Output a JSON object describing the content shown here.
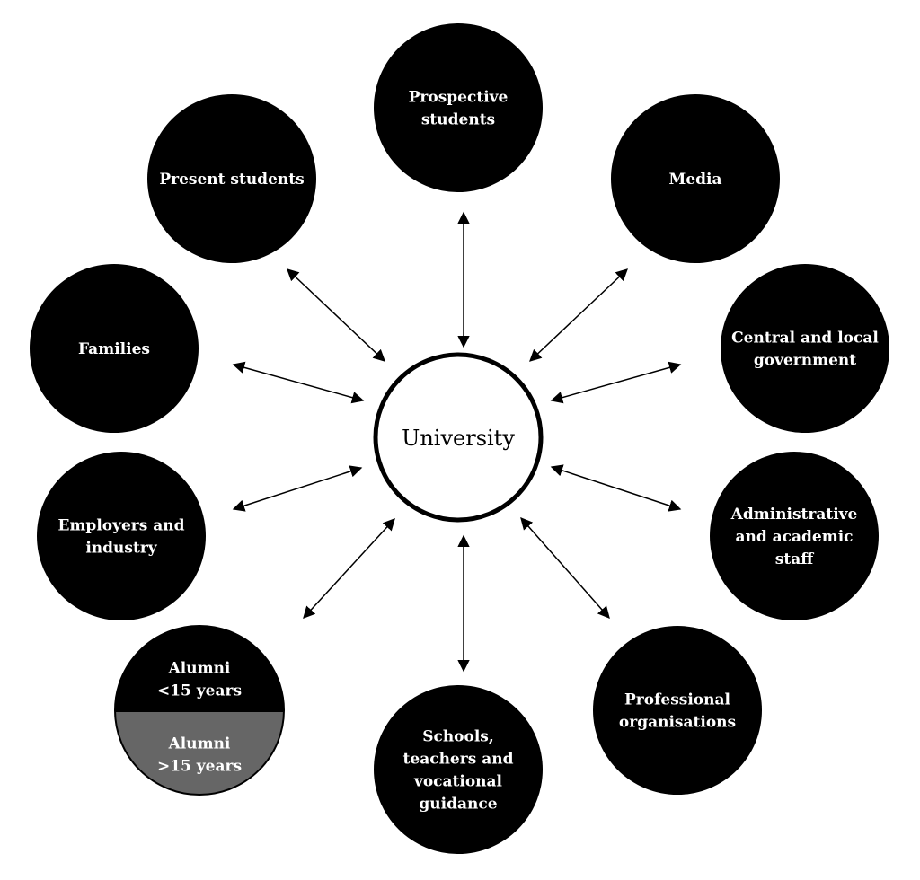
{
  "center": {
    "label": "University"
  },
  "nodes": [
    {
      "id": "prospective-students",
      "lines": [
        "Prospective",
        "students"
      ]
    },
    {
      "id": "media",
      "lines": [
        "Media"
      ]
    },
    {
      "id": "central-and-local-government",
      "lines": [
        "Central and local",
        "government"
      ]
    },
    {
      "id": "administrative-and-academic-staff",
      "lines": [
        "Administrative",
        "and academic",
        "staff"
      ]
    },
    {
      "id": "professional-organisations",
      "lines": [
        "Professional",
        "organisations"
      ]
    },
    {
      "id": "schools-teachers-vocational-guidance",
      "lines": [
        "Schools,",
        "teachers and",
        "vocational",
        "guidance"
      ]
    },
    {
      "id": "employers-and-industry",
      "lines": [
        "Employers and",
        "industry"
      ]
    },
    {
      "id": "families",
      "lines": [
        "Families"
      ]
    },
    {
      "id": "present-students",
      "lines": [
        "Present students"
      ]
    }
  ],
  "alumni": {
    "top_lines": [
      "Alumni",
      "<15 years"
    ],
    "bottom_lines": [
      "Alumni",
      ">15 years"
    ]
  },
  "colors": {
    "node_fill": "#000000",
    "alumni_older_fill": "#666666",
    "text": "#ffffff",
    "center_stroke": "#000000"
  }
}
